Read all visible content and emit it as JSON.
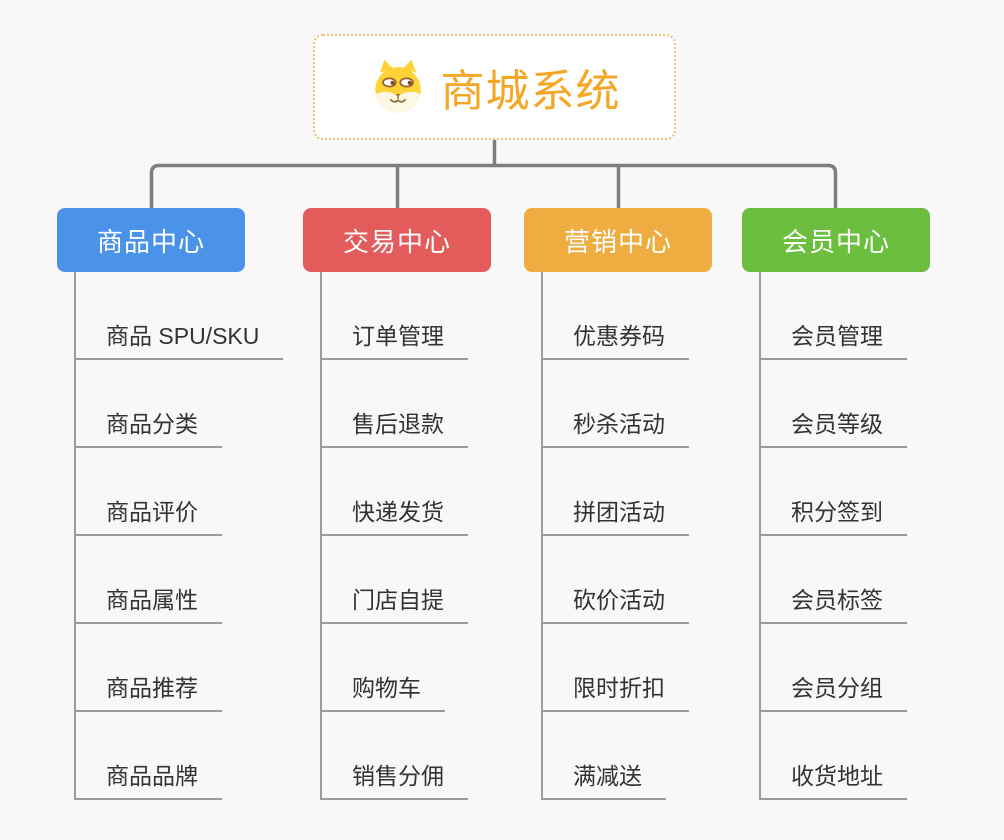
{
  "root": {
    "title": "商城系统",
    "icon": "shiba-dog-icon"
  },
  "branches": [
    {
      "label": "商品中心",
      "color": "#4b93e8",
      "items": [
        "商品 SPU/SKU",
        "商品分类",
        "商品评价",
        "商品属性",
        "商品推荐",
        "商品品牌"
      ]
    },
    {
      "label": "交易中心",
      "color": "#e35c5b",
      "items": [
        "订单管理",
        "售后退款",
        "快递发货",
        "门店自提",
        "购物车",
        "销售分佣"
      ]
    },
    {
      "label": "营销中心",
      "color": "#efad41",
      "items": [
        "优惠券码",
        "秒杀活动",
        "拼团活动",
        "砍价活动",
        "限时折扣",
        "满减送"
      ]
    },
    {
      "label": "会员中心",
      "color": "#6cbe3e",
      "items": [
        "会员管理",
        "会员等级",
        "积分签到",
        "会员标签",
        "会员分组",
        "收货地址"
      ]
    }
  ],
  "colors": {
    "background": "#f8f8f8",
    "connector": "#7e7e7e",
    "child_line": "#9b9b9b",
    "root_accent": "#f5a623",
    "text": "#333333"
  }
}
